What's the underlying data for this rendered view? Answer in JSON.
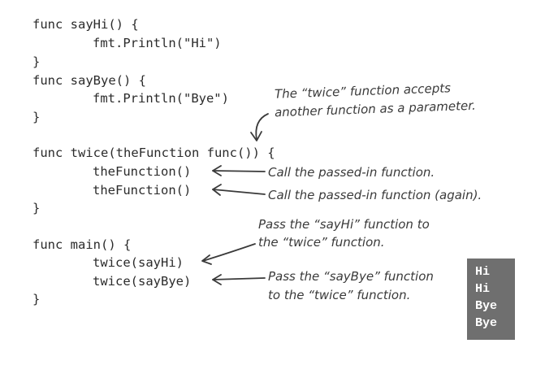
{
  "code": {
    "lines": [
      "func sayHi() {",
      "fmt.Println(\"Hi\")",
      "}",
      "func sayBye() {",
      "fmt.Println(\"Bye\")",
      "}",
      "func twice(theFunction func()) {",
      "theFunction()",
      "theFunction()",
      "}",
      "func main() {",
      "twice(sayHi)",
      "twice(sayBye)",
      "}"
    ]
  },
  "annotations": {
    "twice_accepts": [
      "The “twice” function accepts",
      "another function as a parameter."
    ],
    "call_passed": "Call the passed-in function.",
    "call_passed_again": "Call the passed-in function (again).",
    "pass_sayhi": [
      "Pass the “sayHi” function to",
      "the “twice” function."
    ],
    "pass_saybye": [
      "Pass the “sayBye” function",
      "to the “twice” function."
    ]
  },
  "output": {
    "lines": [
      "Hi",
      "Hi",
      "Bye",
      "Bye"
    ]
  },
  "colors": {
    "code_text": "#2b2b2b",
    "annotation_text": "#3a3a3a",
    "output_bg": "#6f6f6f",
    "output_text": "#ffffff"
  }
}
